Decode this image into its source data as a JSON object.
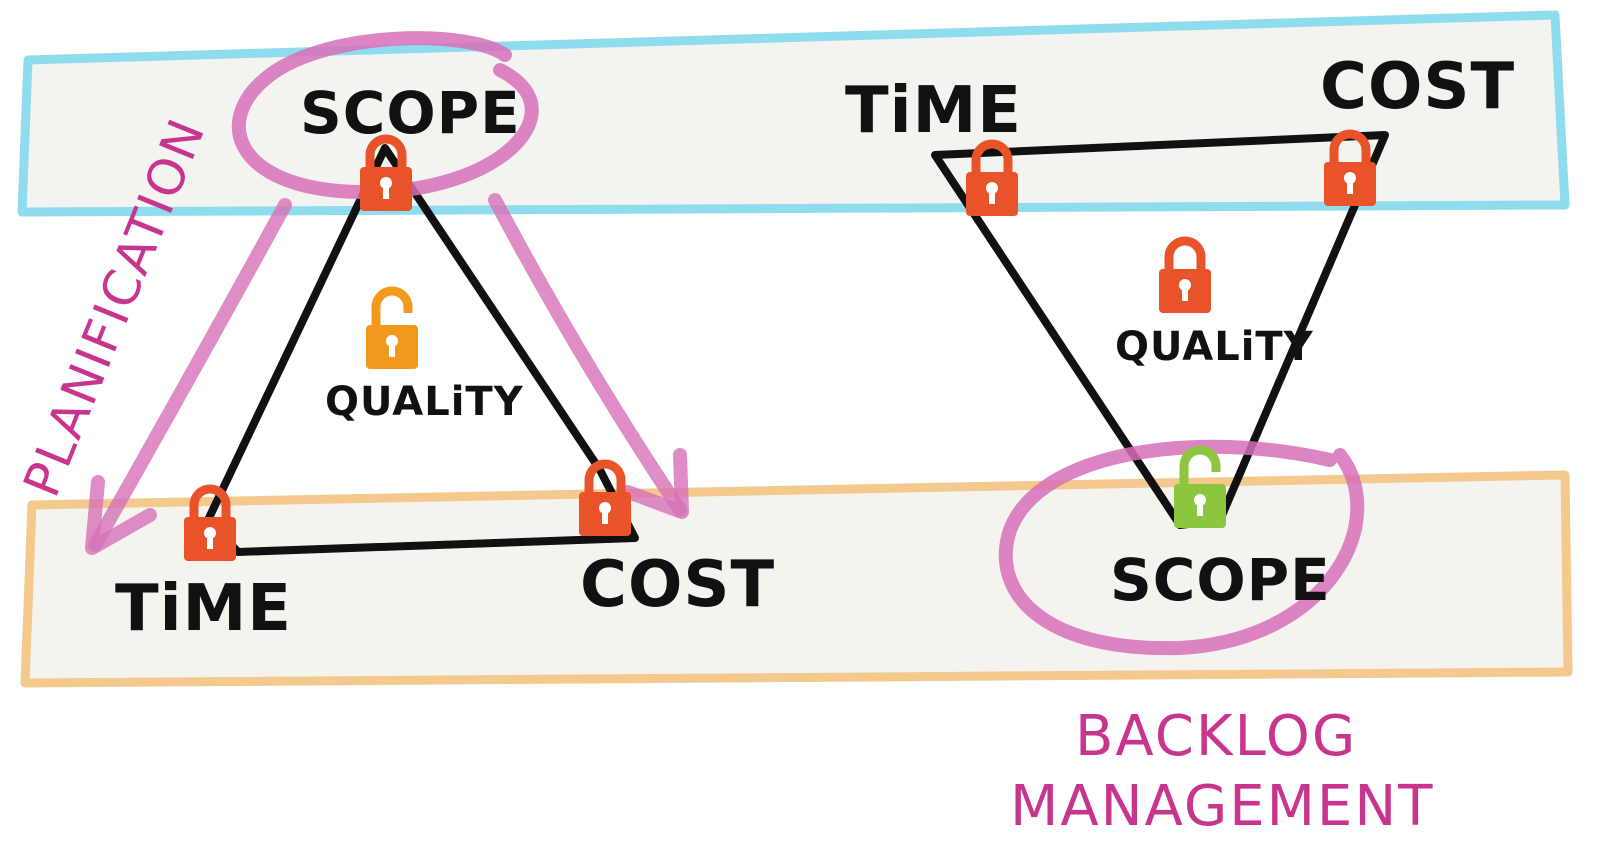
{
  "colors": {
    "top_band_fill": "#f3f3ef",
    "top_band_border": "#8fdcef",
    "bottom_band_fill": "#f5f3ee",
    "bottom_band_border": "#f3c98e",
    "triangle_line": "#111111",
    "lock_locked": "#e8532a",
    "lock_unlocked_quality": "#f39a1e",
    "lock_unlocked_scope": "#8cc63f",
    "highlight": "#d770b8",
    "magenta_text": "#c8358f"
  },
  "left_triangle": {
    "top_label": "SCOPE",
    "bottom_left_label": "TiME",
    "bottom_right_label": "COST",
    "center_label": "QUALiTY",
    "side_note": "PLANIFICATION",
    "top_lock": "locked",
    "left_lock": "locked",
    "right_lock": "locked",
    "center_lock": "unlocked"
  },
  "right_triangle": {
    "top_left_label": "TiME",
    "top_right_label": "COST",
    "bottom_label": "SCOPE",
    "center_label": "QUALiTY",
    "caption_line1": "BACKLOG",
    "caption_line2": "MANAGEMENT",
    "left_lock": "locked",
    "right_lock": "locked",
    "center_lock": "locked",
    "bottom_lock": "unlocked"
  },
  "icons": {
    "locked": "padlock-closed-icon",
    "unlocked": "padlock-open-icon"
  }
}
